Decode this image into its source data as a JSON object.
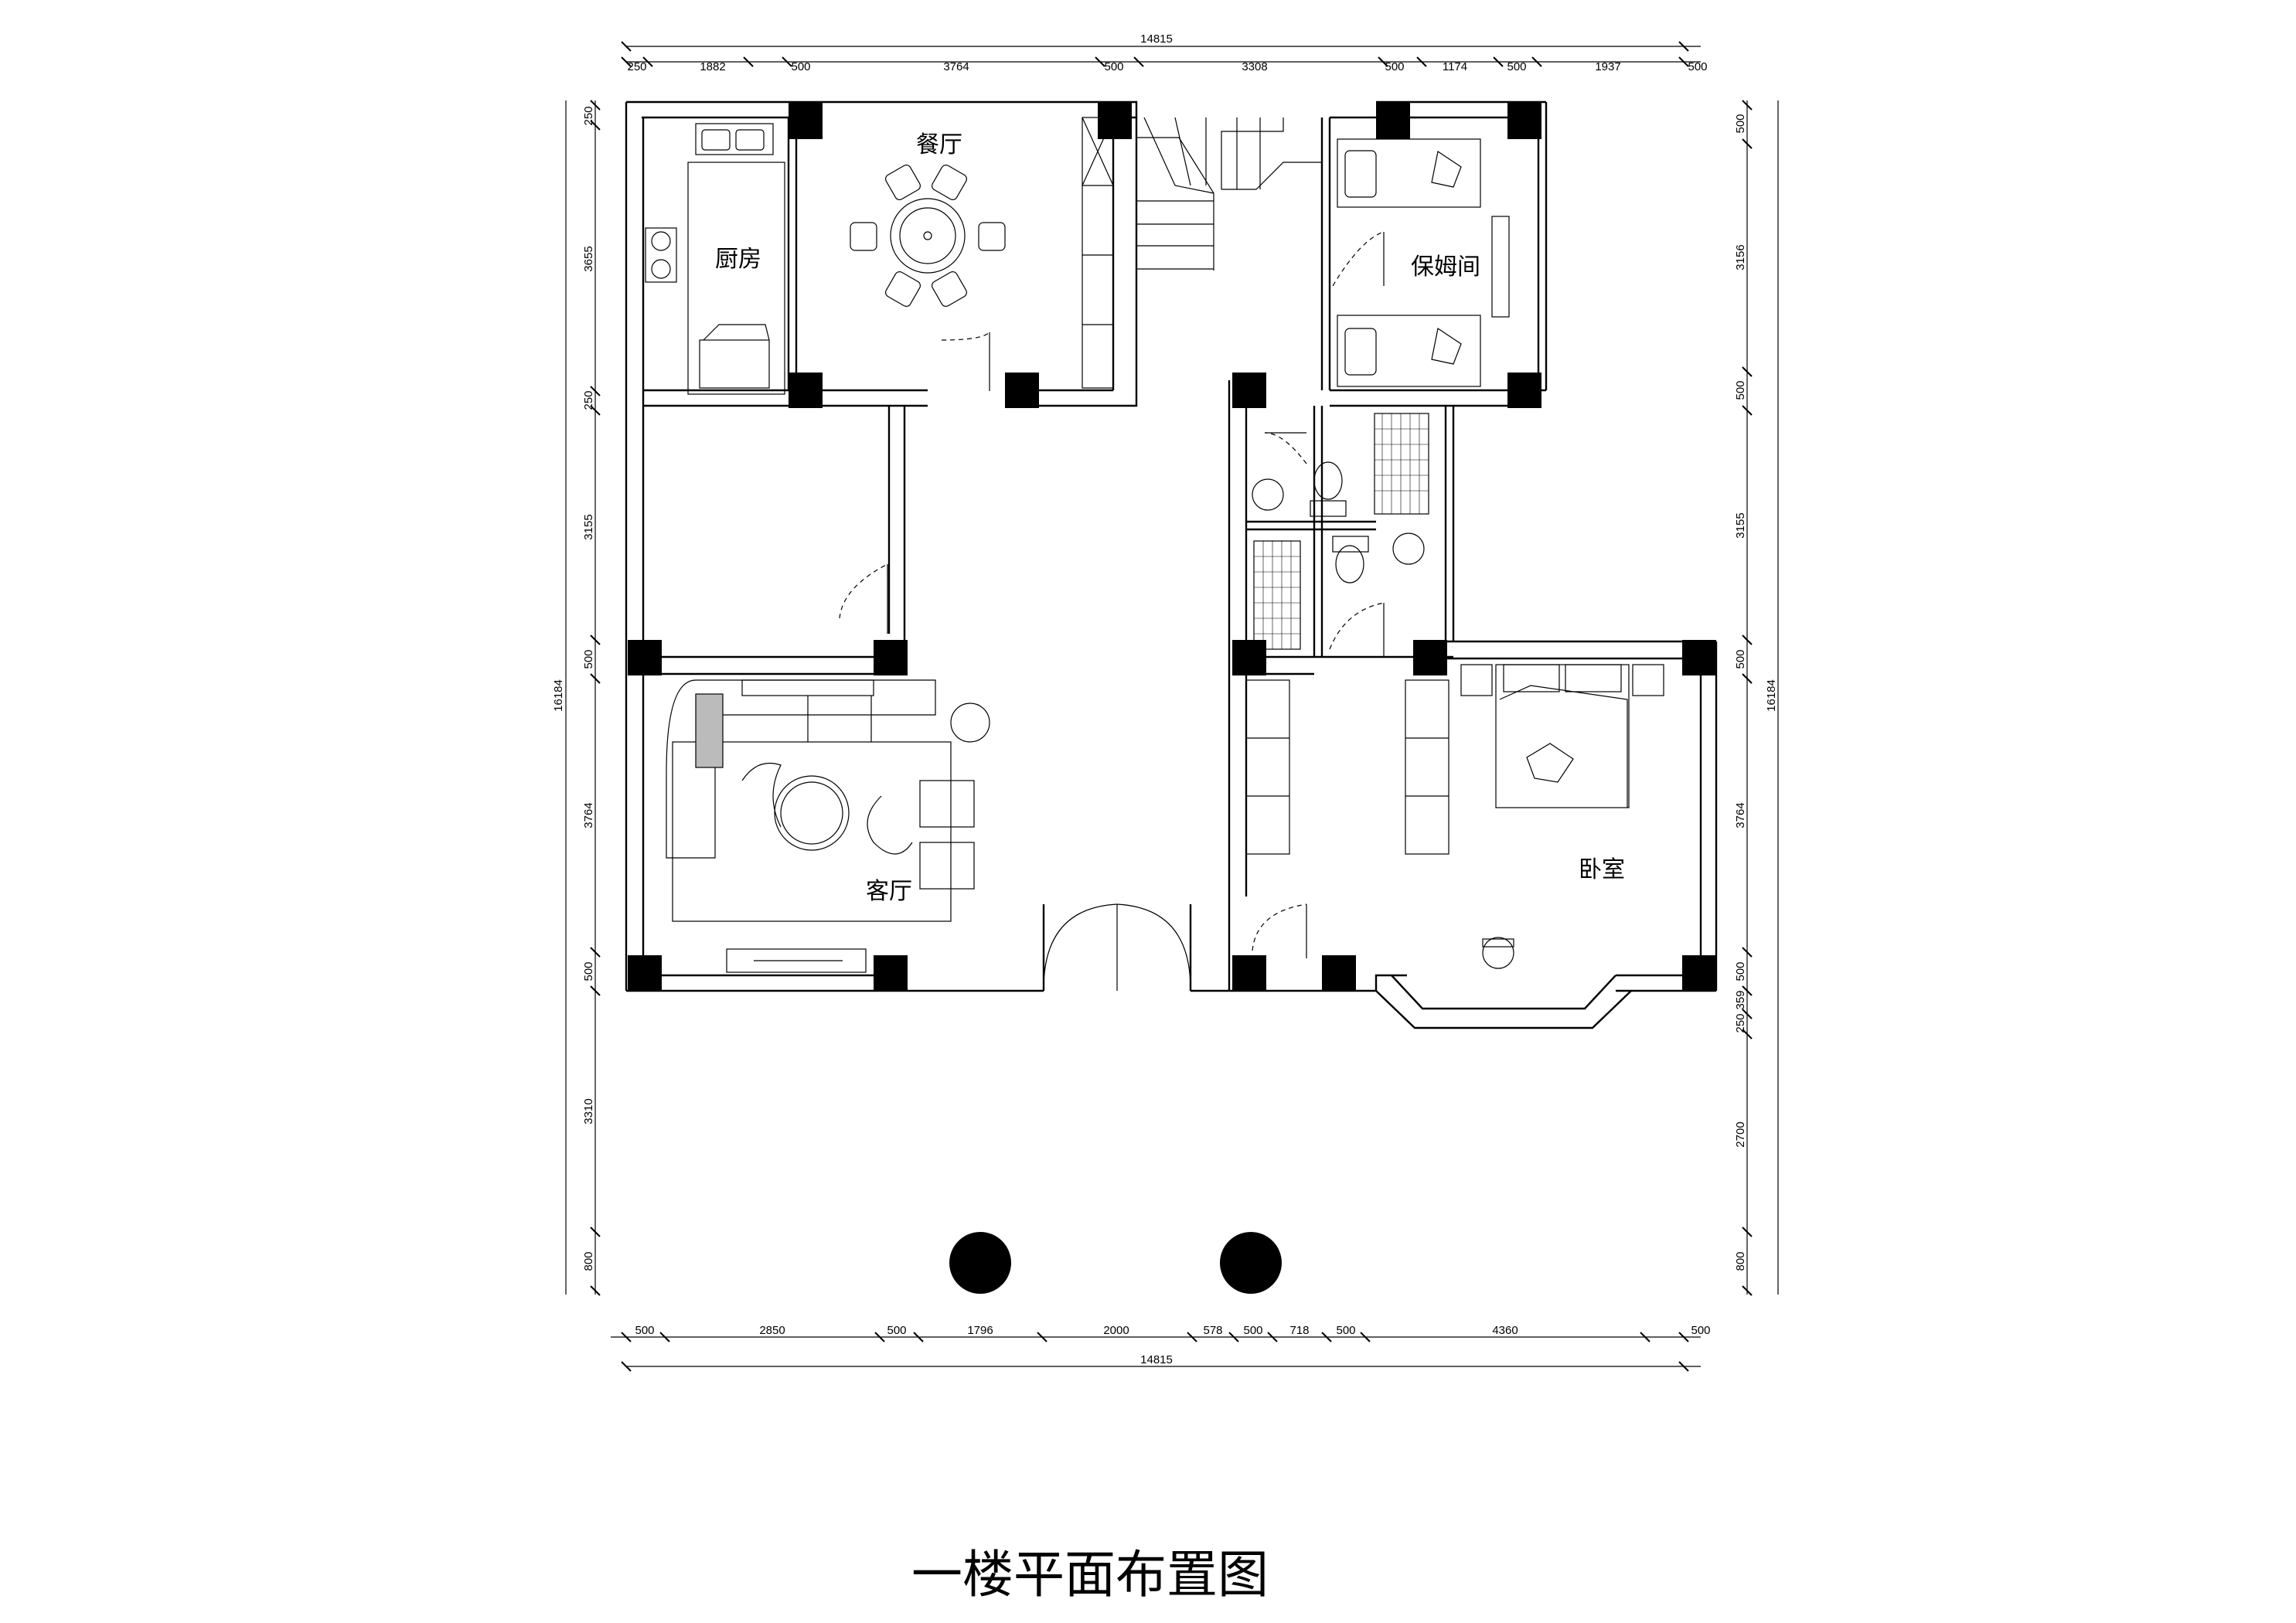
{
  "title": "一楼平面布置图",
  "rooms": {
    "kitchen": "厨房",
    "dining": "餐厅",
    "nanny": "保姆间",
    "living": "客厅",
    "bedroom": "卧室"
  },
  "dimensions": {
    "top_total": "14815",
    "top_segments": [
      "250",
      "1882",
      "500",
      "3764",
      "500",
      "3308",
      "500",
      "1174",
      "500",
      "1937",
      "500"
    ],
    "bottom_total": "14815",
    "bottom_segments": [
      "500",
      "2850",
      "500",
      "1796",
      "2000",
      "578",
      "500",
      "718",
      "500",
      "4360",
      "500"
    ],
    "left_total": "16184",
    "left_segments": [
      "250",
      "3655",
      "250",
      "3155",
      "500",
      "3764",
      "500",
      "3310",
      "800"
    ],
    "right_total": "16184",
    "right_segments": [
      "500",
      "3156",
      "500",
      "3155",
      "500",
      "3764",
      "500",
      "359",
      "250",
      "2700",
      "800"
    ]
  }
}
